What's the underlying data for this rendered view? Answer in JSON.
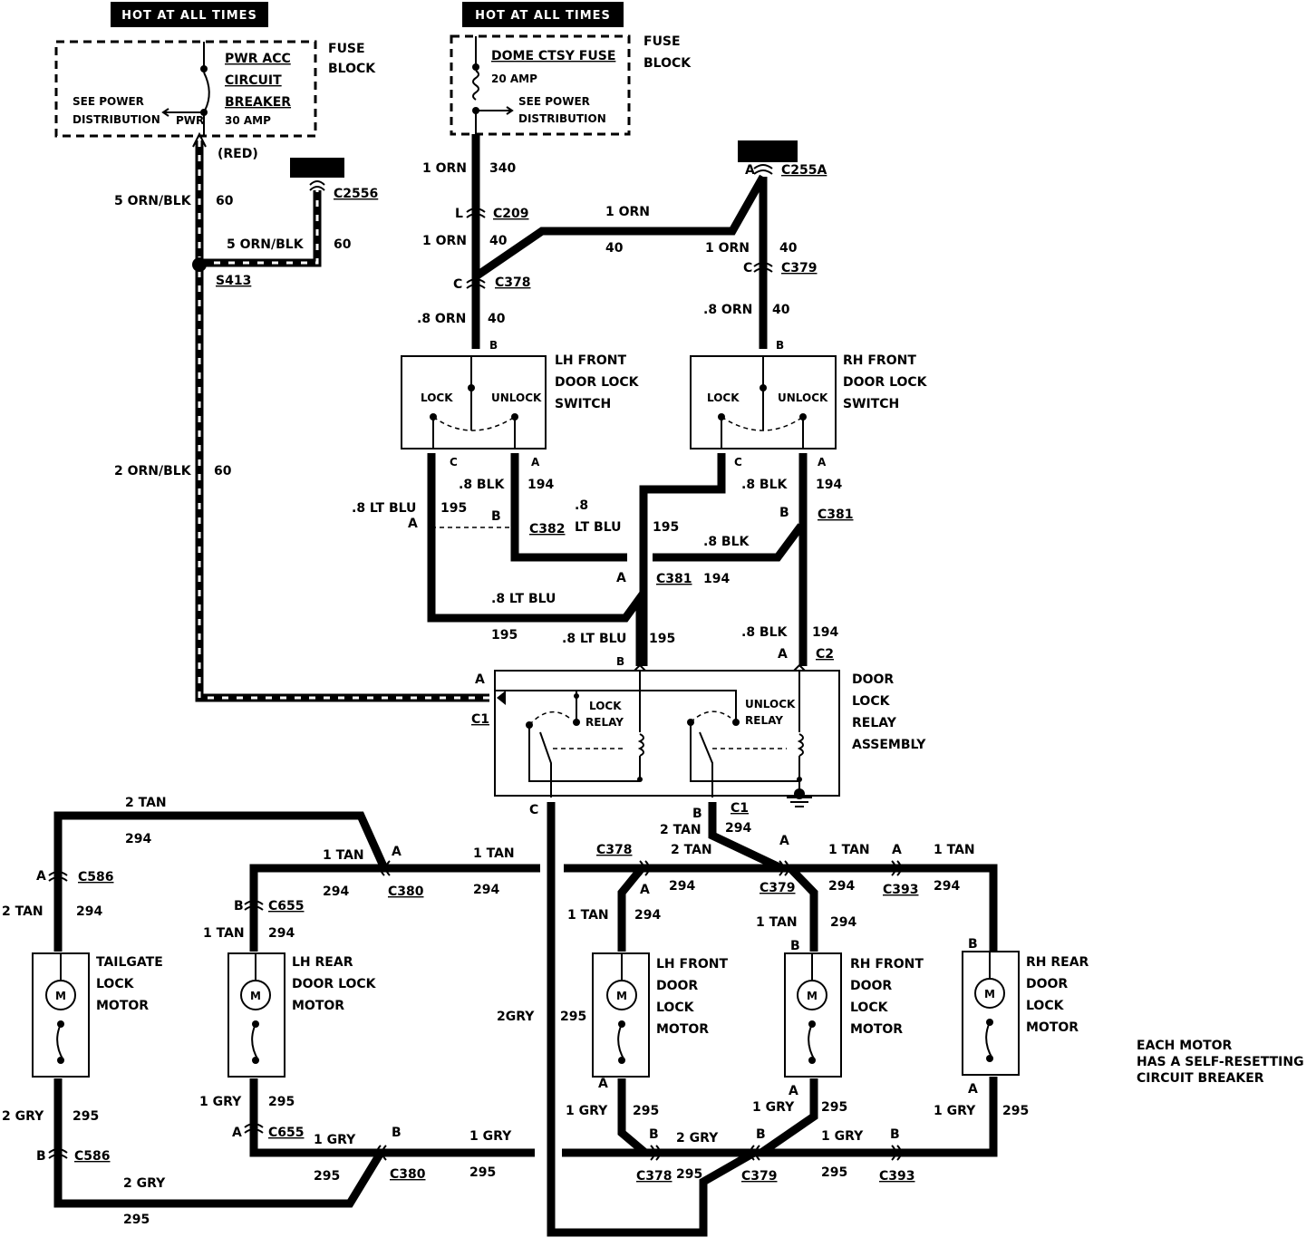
{
  "banners": [
    "HOT AT ALL TIMES",
    "HOT AT ALL TIMES"
  ],
  "fuse_block_left": {
    "label_1": "FUSE",
    "label_2": "BLOCK",
    "name_1": "PWR ACC",
    "name_2": "CIRCUIT",
    "name_3": "BREAKER",
    "rating": "30 AMP",
    "pwr": "PWR",
    "see_1": "SEE POWER",
    "see_2": "DISTRIBUTION"
  },
  "fuse_block_center": {
    "label_1": "FUSE",
    "label_2": "BLOCK",
    "name": "DOME CTSY FUSE",
    "rating": "20 AMP",
    "see_1": "SEE POWER",
    "see_2": "DISTRIBUTION"
  },
  "wires": {
    "red": "(RED)",
    "w5ob_60_a": "5 ORN/BLK",
    "c60_a": "60",
    "w5ob_60_b": "5 ORN/BLK",
    "c60_b": "60",
    "w2ob": "2 ORN/BLK",
    "c60_c": "60",
    "w1orn_340": "1 ORN",
    "c340": "340",
    "w1orn_40": "1 ORN",
    "c40_a": "40",
    "w1orn_top": "1 ORN",
    "c40_b": "40",
    "w1orn_r": "1 ORN",
    "c40_c": "40",
    "w8orn_l": ".8 ORN",
    "c40_d": "40",
    "w8orn_r": ".8 ORN",
    "c40_e": "40",
    "w8ltblu_a": ".8 LT BLU",
    "c195_a": "195",
    "w8blk_a": ".8 BLK",
    "c194_a": "194",
    "w8_b": ".8",
    "ltblu_b": "LT  BLU",
    "c195_b": "195",
    "w8blk_b": ".8 BLK",
    "c194_b": "194",
    "w8blk_c": ".8 BLK",
    "c194_c": "194",
    "w8ltblu_c": ".8 LT BLU",
    "c195_c": "195",
    "w8ltblu_d": ".8 LT BLU",
    "c195_d": "195",
    "w8blk_d": ".8 BLK",
    "c194_d": "194",
    "w2tan_top": "2 TAN",
    "c294_a": "294",
    "w1tan_a": "1 TAN",
    "c294_b": "294",
    "w1tan_b": "1 TAN",
    "c294_c": "294",
    "w2tan_l": "2 TAN",
    "c294_d": "294",
    "w1tan_c": "1 TAN",
    "c294_e": "294",
    "w2tan_c1": "2 TAN",
    "c294_f": "294",
    "w2tan_mid": "2 TAN",
    "c294_g": "294",
    "w1tan_d": "1 TAN",
    "c294_h": "294",
    "w1tan_e": "1 TAN",
    "c294_i": "294",
    "w1tan_f": "1 TAN",
    "c294_j": "294",
    "w1tan_g": "1 TAN",
    "c294_k": "294",
    "w2gry_c": "2GRY",
    "c295_a": "295",
    "w2gry_l": "2 GRY",
    "c295_b": "295",
    "w1gry_a": "1 GRY",
    "c295_c": "295",
    "w1gry_b": "1 GRY",
    "c295_d": "295",
    "w1gry_c": "1 GRY",
    "c295_e": "295",
    "w2gry_bot": "2 GRY",
    "c295_f": "295",
    "w1gry_d": "1 GRY",
    "c295_g": "295",
    "w2gry_mid": "2 GRY",
    "c295_h": "295",
    "w1gry_e": "1 GRY",
    "c295_i": "295",
    "w1gry_f": "1 GRY",
    "c295_j": "295",
    "w1gry_g": "1 GRY",
    "c295_k": "295"
  },
  "connectors": {
    "C2556": "C2556",
    "C255A": "C255A",
    "C209": "C209",
    "C378": "C378",
    "C379": "C379",
    "S413": "S413",
    "C382": "C382",
    "C381_a": "C381",
    "C381_b": "C381",
    "C2": "C2",
    "C1_a": "C1",
    "C1_b": "C1",
    "C586_a": "C586",
    "C586_b": "C586",
    "C655_a": "C655",
    "C655_b": "C655",
    "C380_a": "C380",
    "C380_b": "C380",
    "C378_b": "C378",
    "C378_c": "C378",
    "C379_b": "C379",
    "C379_c": "C379",
    "C393_a": "C393",
    "C393_b": "C393"
  },
  "pins": {
    "A": "A",
    "B": "B",
    "C": "C",
    "L": "L"
  },
  "switches": {
    "lh": {
      "l1": "LH FRONT",
      "l2": "DOOR LOCK",
      "l3": "SWITCH",
      "lock": "LOCK",
      "unlock": "UNLOCK"
    },
    "rh": {
      "l1": "RH FRONT",
      "l2": "DOOR LOCK",
      "l3": "SWITCH",
      "lock": "LOCK",
      "unlock": "UNLOCK"
    }
  },
  "relay": {
    "l1": "DOOR",
    "l2": "LOCK",
    "l3": "RELAY",
    "l4": "ASSEMBLY",
    "lock": "LOCK",
    "unlock": "UNLOCK",
    "relay": "RELAY"
  },
  "motors": {
    "tailgate": {
      "l1": "TAILGATE",
      "l2": "LOCK",
      "l3": "MOTOR"
    },
    "lh_rear": {
      "l1": "LH REAR",
      "l2": "DOOR LOCK",
      "l3": "MOTOR"
    },
    "lh_front": {
      "l1": "LH FRONT",
      "l2": "DOOR",
      "l3": "LOCK",
      "l4": "MOTOR"
    },
    "rh_front": {
      "l1": "RH FRONT",
      "l2": "DOOR",
      "l3": "LOCK",
      "l4": "MOTOR"
    },
    "rh_rear": {
      "l1": "RH REAR",
      "l2": "DOOR",
      "l3": "LOCK",
      "l4": "MOTOR"
    },
    "m": "M"
  },
  "note": {
    "l1": "EACH MOTOR",
    "l2": "HAS A SELF-RESETTING",
    "l3": "CIRCUIT BREAKER"
  }
}
